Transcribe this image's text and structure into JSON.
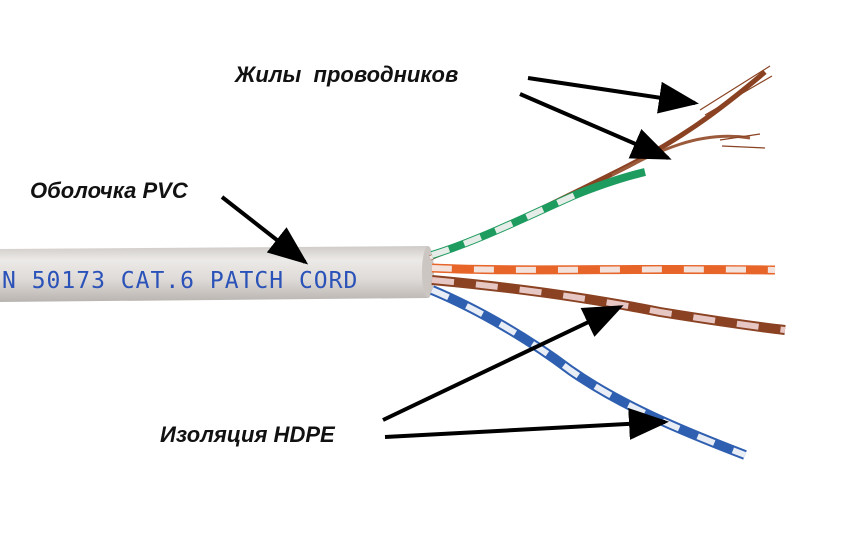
{
  "labels": {
    "conductors": "Жилы  проводников",
    "jacket": "Оболочка PVC",
    "insulation": "Изоляция HDPE"
  },
  "cable": {
    "print": "N 50173 CAT.6 PATCH CORD"
  },
  "colors": {
    "jacket": "#e1dedc",
    "print": "#2a52b8",
    "green_pair": "#1e9c5f",
    "orange_pair": "#e8652a",
    "brown_pair": "#8a4222",
    "blue_pair": "#2f5fb0",
    "arrow": "#000000"
  }
}
